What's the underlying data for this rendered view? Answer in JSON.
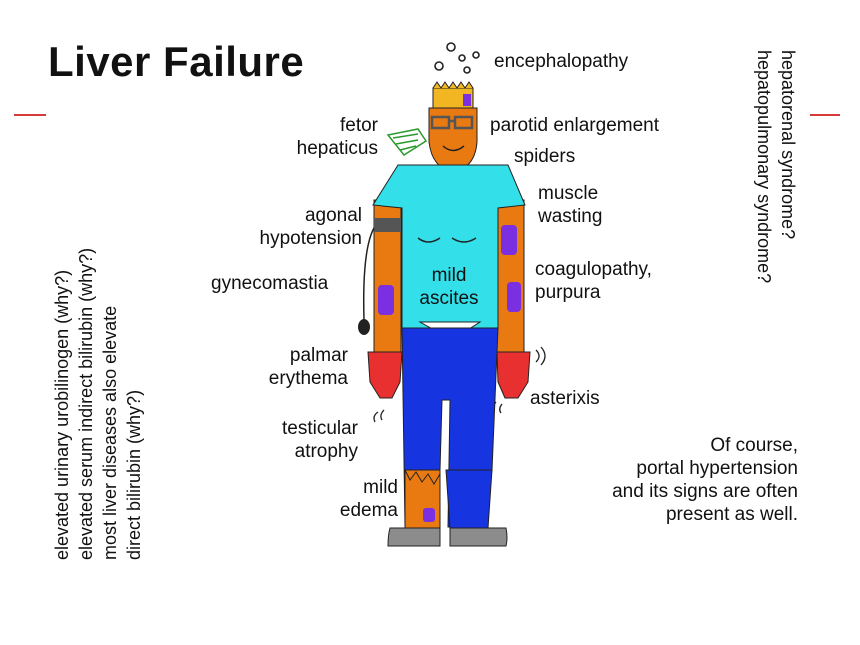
{
  "title": "Liver Failure",
  "labels": {
    "encephalopathy": "encephalopathy",
    "fetor_hepaticus": [
      "fetor",
      "hepaticus"
    ],
    "parotid": "parotid enlargement",
    "spiders": "spiders",
    "muscle_wasting": [
      "muscle",
      "wasting"
    ],
    "agonal_hypotension": [
      "agonal",
      "hypotension"
    ],
    "coagulopathy": [
      "coagulopathy,",
      "purpura"
    ],
    "gynecomastia": "gynecomastia",
    "ascites": [
      "mild",
      "ascites"
    ],
    "palmar_erythema": [
      "palmar",
      "erythema"
    ],
    "asterixis": "asterixis",
    "testicular_atrophy": [
      "testicular",
      "atrophy"
    ],
    "edema": [
      "mild",
      "edema"
    ]
  },
  "left_notes": [
    "elevated urinary urobilinogen (why?)",
    "elevated serum indirect bilirubin (why?)",
    "most liver diseases also elevate",
    "direct bilirubin (why?)"
  ],
  "right_notes": [
    "hepatorenal syndrome?",
    "hepatopulmonary syndrome?"
  ],
  "portal_note": [
    "Of course,",
    "portal hypertension",
    "and its signs are often",
    "present as well."
  ],
  "colors": {
    "accent_line": "#d83a3a",
    "skin": "#e97a12",
    "shirt": "#33dfe8",
    "pants": "#1634e0",
    "purpura": "#7a2fe0",
    "hands": "#e83030",
    "shoes": "#8c8c8c"
  }
}
